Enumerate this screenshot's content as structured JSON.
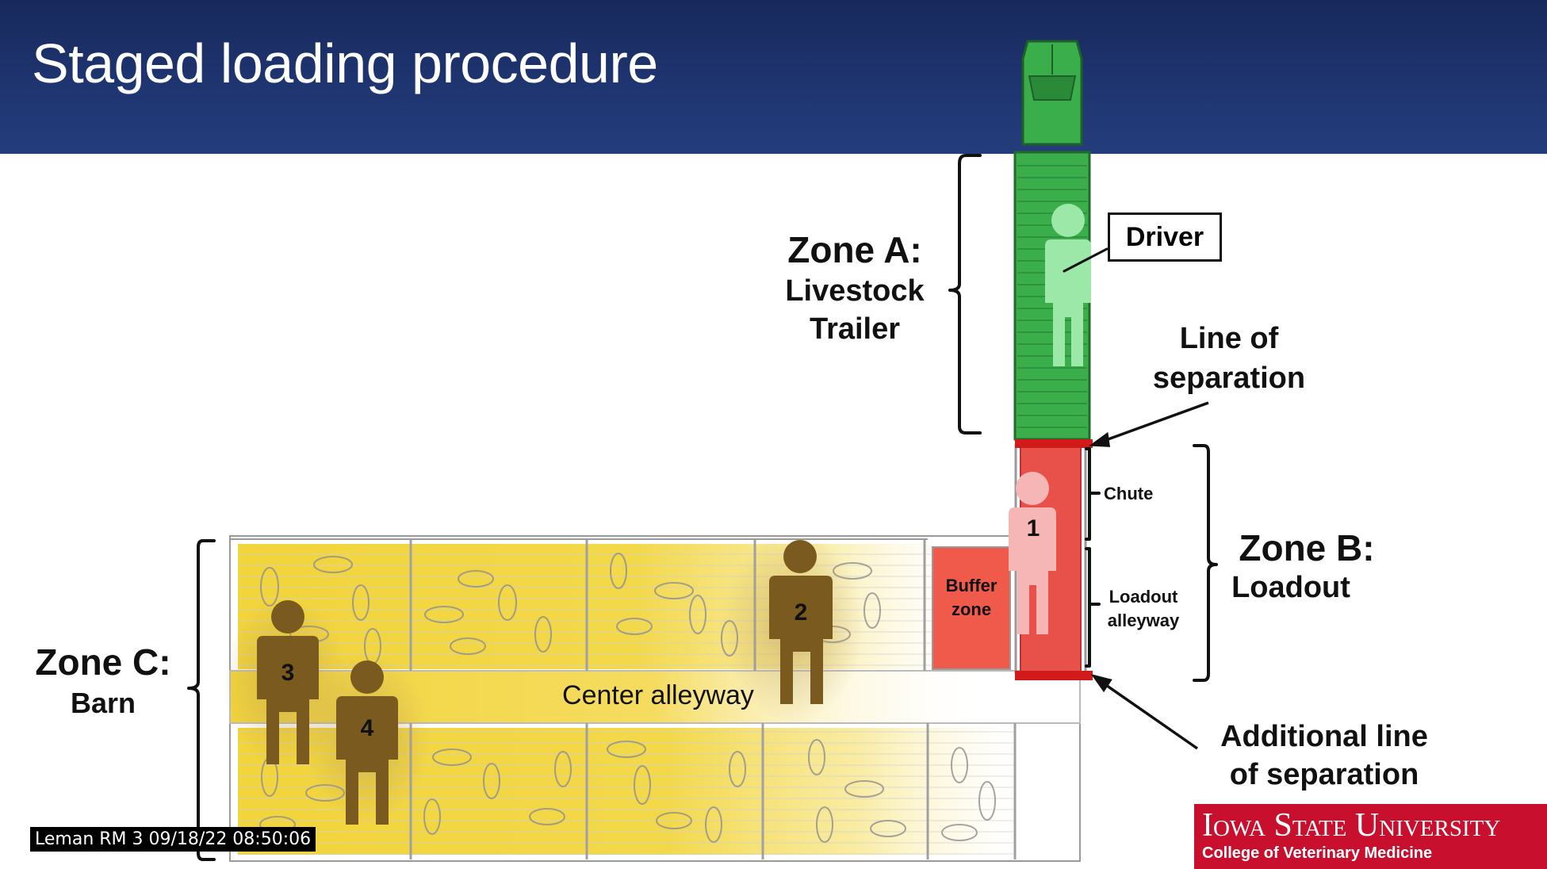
{
  "slide": {
    "title": "Staged loading procedure"
  },
  "zones": {
    "a": {
      "head": "Zone A:",
      "line1": "Livestock",
      "line2": "Trailer"
    },
    "b": {
      "head": "Zone B:",
      "line1": "Loadout"
    },
    "c": {
      "head": "Zone C:",
      "line1": "Barn"
    }
  },
  "labels": {
    "driver": "Driver",
    "line_of_sep_1": "Line of",
    "line_of_sep_2": "separation",
    "additional_1": "Additional line",
    "additional_2": "of separation",
    "chute": "Chute",
    "loadout_alley_1": "Loadout",
    "loadout_alley_2": "alleyway",
    "buffer_1": "Buffer",
    "buffer_2": "zone",
    "center_alleyway": "Center alleyway"
  },
  "workers": [
    "1",
    "2",
    "3",
    "4"
  ],
  "timestamp": "Leman RM 3 09/18/22 08:50:06",
  "branding": {
    "university": "Iowa State University",
    "college": "College of Veterinary Medicine"
  },
  "colors": {
    "header": "#1f3570",
    "trailer_green": "#3aae4a",
    "driver_figure": "#9be8a8",
    "loadout_red": "#e8504a",
    "separation_line": "#d11a1a",
    "worker_pink": "#f7b6b6",
    "barn_yellow": "#f2d43b",
    "worker_brown": "#7a5a1e",
    "isu_red": "#c8102e"
  }
}
